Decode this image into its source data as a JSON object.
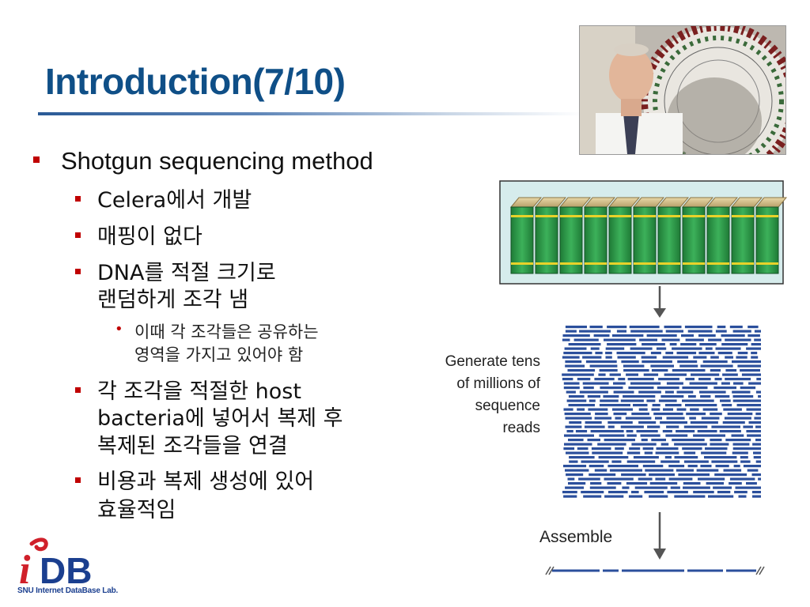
{
  "slide": {
    "title": "Introduction(7/10)",
    "bullets": {
      "main": "Shotgun sequencing method",
      "items": [
        "Celera에서 개발",
        "매핑이 없다",
        "DNA를 적절 크기로",
        "랜덤하게 조각 냄",
        "각 조각을 적절한 host",
        "bacteria에 넣어서 복제 후",
        "복제된 조각들을 연결",
        "비용과 복제 생성에 있어",
        "효율적임"
      ],
      "sub": [
        "이때 각 조각들은 공유하는",
        "영역을 가지고 있어야 함"
      ]
    }
  },
  "figure": {
    "caption_lines": [
      "Generate tens",
      "of millions of",
      "sequence",
      "reads"
    ],
    "assemble_label": "Assemble"
  },
  "logo": {
    "main": "iDB",
    "sub": "SNU Internet DataBase Lab."
  },
  "colors": {
    "title": "#0f4f87",
    "bullet_marker": "#c00000",
    "read_blue": "#2b4f9c",
    "book_green": "#2f9a48"
  }
}
